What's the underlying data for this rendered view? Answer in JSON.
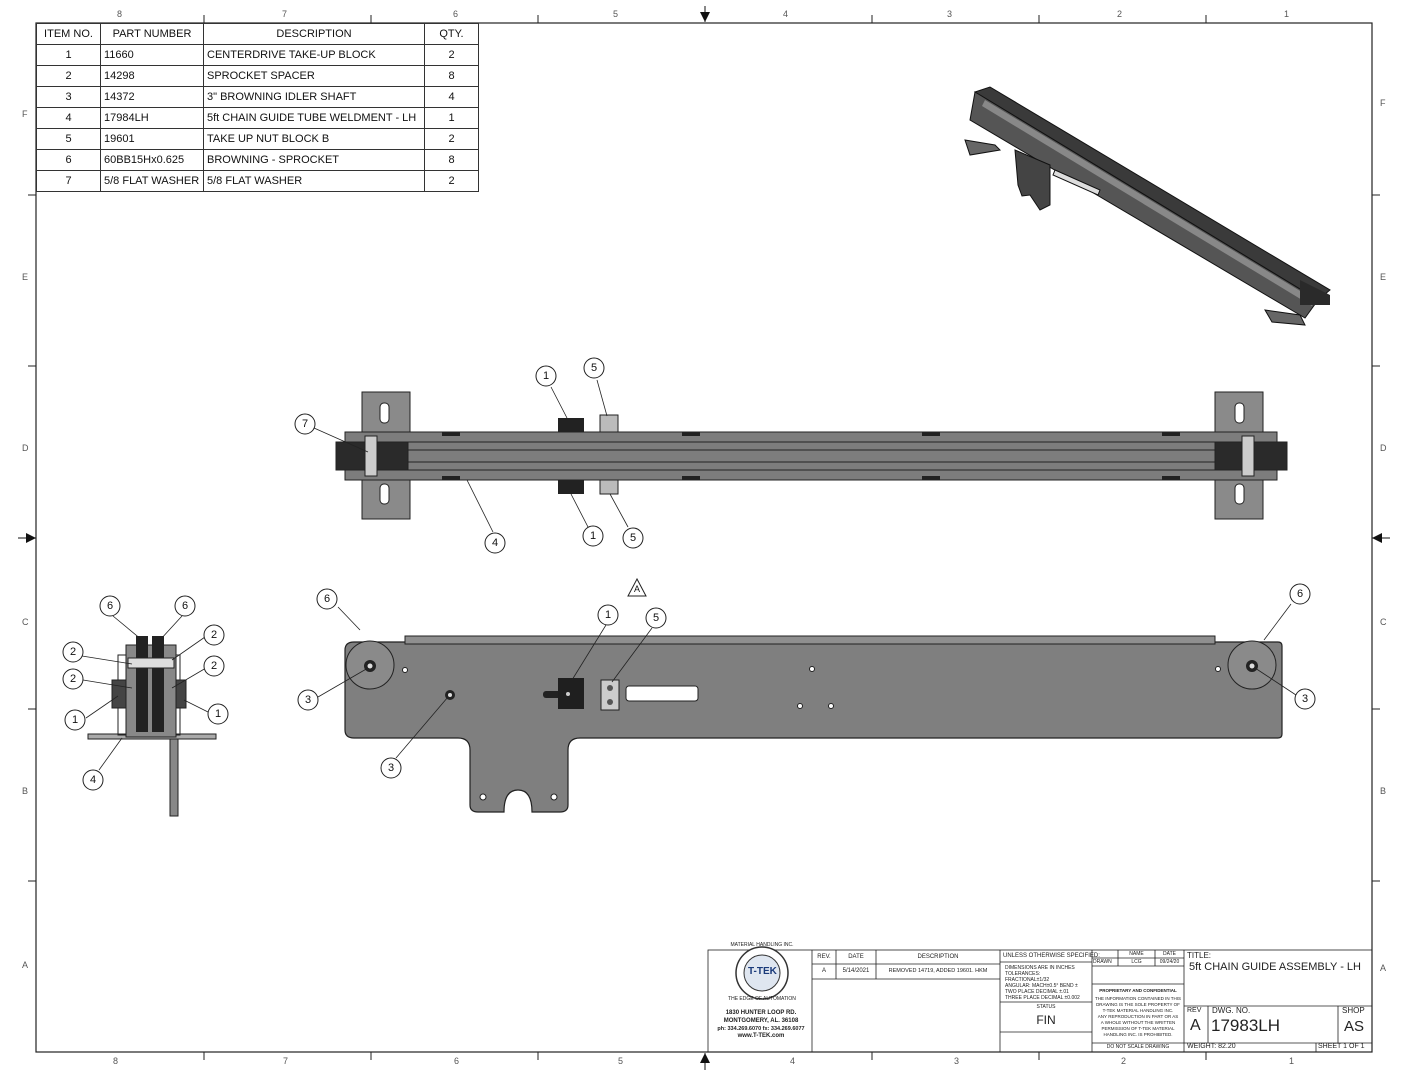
{
  "zones": {
    "top": [
      "8",
      "7",
      "6",
      "5",
      "4",
      "3",
      "2",
      "1"
    ],
    "bottom": [
      "8",
      "7",
      "6",
      "5",
      "4",
      "3",
      "2",
      "1"
    ],
    "left": [
      "F",
      "E",
      "D",
      "C",
      "B",
      "A"
    ],
    "right": [
      "F",
      "E",
      "D",
      "C",
      "B",
      "A"
    ]
  },
  "bom": {
    "headers": [
      "ITEM NO.",
      "PART NUMBER",
      "DESCRIPTION",
      "QTY."
    ],
    "rows": [
      {
        "item": "1",
        "part": "11660",
        "desc": "CENTERDRIVE TAKE-UP BLOCK",
        "qty": "2"
      },
      {
        "item": "2",
        "part": "14298",
        "desc": "SPROCKET SPACER",
        "qty": "8"
      },
      {
        "item": "3",
        "part": "14372",
        "desc": "3\" BROWNING IDLER SHAFT",
        "qty": "4"
      },
      {
        "item": "4",
        "part": "17984LH",
        "desc": "5ft CHAIN GUIDE TUBE WELDMENT - LH",
        "qty": "1"
      },
      {
        "item": "5",
        "part": "19601",
        "desc": "TAKE UP NUT BLOCK B",
        "qty": "2"
      },
      {
        "item": "6",
        "part": "60BB15Hx0.625",
        "desc": "BROWNING - SPROCKET",
        "qty": "8"
      },
      {
        "item": "7",
        "part": "5/8 FLAT WASHER",
        "desc": "5/8 FLAT WASHER",
        "qty": "2"
      }
    ]
  },
  "balloons": {
    "b1": "1",
    "b2": "2",
    "b3": "3",
    "b4": "4",
    "b5": "5",
    "b6": "6",
    "b7": "7"
  },
  "rev_marker": "A",
  "title_block": {
    "logo_text": "T-TEK",
    "logo_ring_top": "MATERIAL HANDLING INC.",
    "logo_ring_bottom": "THE EDGE OF AUTOMATION",
    "address1": "1830 HUNTER LOOP RD.",
    "address2": "MONTGOMERY, AL. 36108",
    "phone": "ph: 334.269.6070 fx: 334.269.6077",
    "web": "www.T-TEK.com",
    "rev_header": "REV.",
    "date_header": "DATE",
    "desc_header": "DESCRIPTION",
    "rev_row_rev": "A",
    "rev_row_date": "5/14/2021",
    "rev_row_desc": "REMOVED 14719, ADDED 19601. HKM",
    "unless": "UNLESS OTHERWISE SPECIFIED:",
    "tol1": "DIMENSIONS ARE IN INCHES",
    "tol2": "TOLERANCES:",
    "tol3": "FRACTIONAL±1/32",
    "tol4": "ANGULAR: MACH±0.5° BEND ±",
    "tol5": "TWO PLACE DECIMAL   ±.01",
    "tol6": "THREE PLACE DECIMAL  ±0.002",
    "status_label": "STATUS",
    "status": "FIN",
    "name_label": "NAME",
    "date_label": "DATE",
    "drawn_label": "DRAWN",
    "drawn_name": "LCG",
    "drawn_date": "09/24/20",
    "prop_title": "PROPRIETARY AND CONFIDENTIAL",
    "prop1": "THE INFORMATION CONTAINED IN THIS",
    "prop2": "DRAWING IS THE SOLE PROPERTY OF",
    "prop3": "T-TEK MATERIAL HANDLING INC.",
    "prop4": "ANY REPRODUCTION IN PART OR AS",
    "prop5": "A WHOLE WITHOUT THE WRITTEN",
    "prop6": "PERMISSION OF T-TEK MATERIAL",
    "prop7": "HANDLING INC. IS PROHIBITED.",
    "noscale": "DO NOT SCALE DRAWING",
    "title_label": "TITLE:",
    "title": "5ft CHAIN GUIDE ASSEMBLY - LH",
    "rev_label": "REV",
    "rev": "A",
    "dwg_label": "DWG.  NO.",
    "dwg_no": "17983LH",
    "shop_label": "SHOP",
    "shop": "AS",
    "weight": "WEIGHT: 82.20",
    "sheet": "SHEET 1 OF 1"
  },
  "colors": {
    "part_fill": "#7a7a7a",
    "part_dark": "#2a2a2a",
    "line": "#222222"
  }
}
